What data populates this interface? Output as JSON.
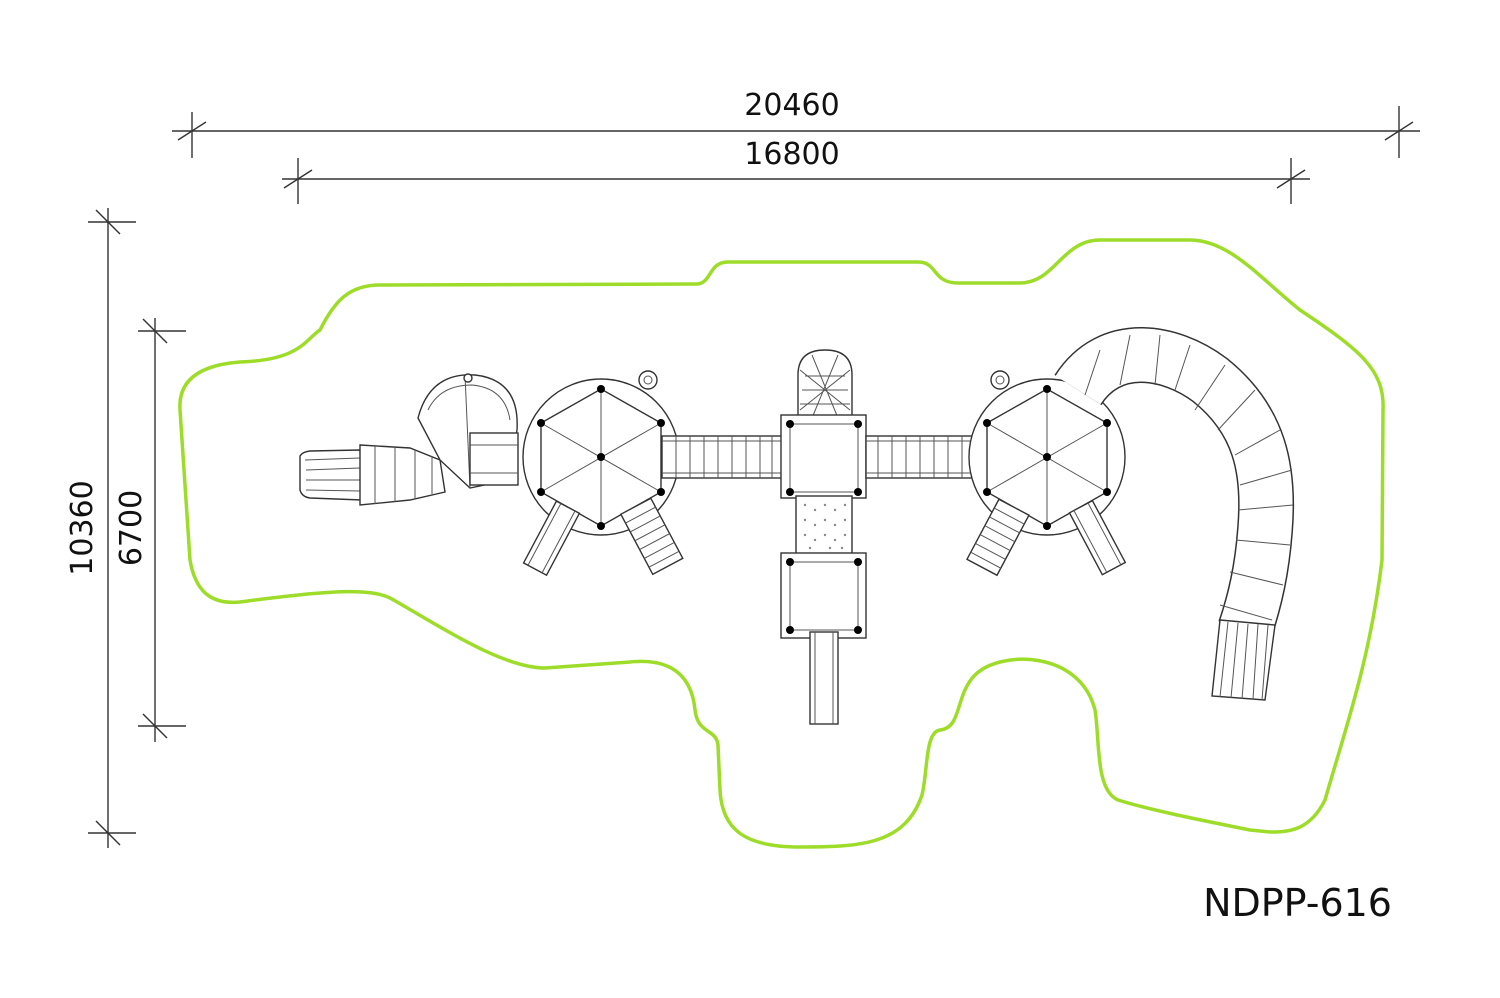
{
  "dimensions": {
    "overall_width": "20460",
    "equipment_width": "16800",
    "overall_depth": "10360",
    "equipment_depth": "6700"
  },
  "model_code": "NDPP-616",
  "colors": {
    "safety_zone": "#9edc2a",
    "lines": "#333333",
    "background": "#ffffff"
  }
}
